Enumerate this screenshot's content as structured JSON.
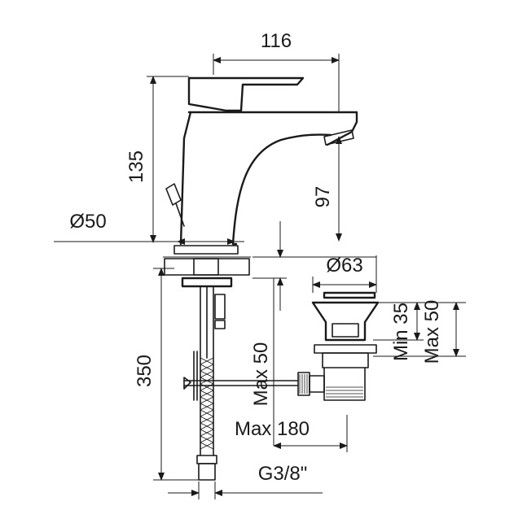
{
  "dimensions": {
    "width_total": "116",
    "height_body": "135",
    "spout_height": "97",
    "base_diameter": "Ø50",
    "drain_diameter": "Ø63",
    "drain_min": "Min 35",
    "drain_max": "Max 50",
    "hose_length": "350",
    "deck_max": "Max 50",
    "rod_max": "Max 180",
    "thread": "G3/8\""
  }
}
